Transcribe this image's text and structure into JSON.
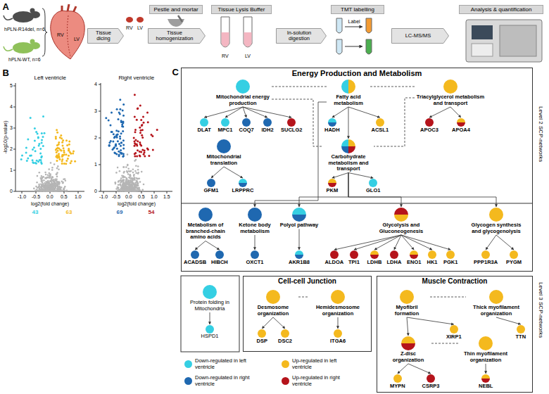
{
  "diagram": {
    "nodes": [
      {
        "text": [
          "Tissue dicing"
        ]
      },
      {
        "text": [
          "Pestle and mortar"
        ]
      },
      {
        "text": [
          "Tissue homogenization"
        ]
      },
      {
        "text": [
          "Tissue Lysis Buffer"
        ]
      },
      {
        "text": [
          "In-solution digestion"
        ]
      },
      {
        "text": [
          "TMT labelling"
        ]
      },
      {
        "text": [
          "LC-MS/MS"
        ]
      },
      {
        "text": [
          "Analysis & quantification"
        ]
      },
      {
        "text": [
          "Energy Production and Metabolism"
        ]
      },
      {
        "text": [
          "Mitochondrial energy production"
        ],
        "in": 8
      },
      {
        "text": [
          "Fatty acid metabolism"
        ],
        "in": 8
      },
      {
        "text": [
          "Triacylglycerol metabolism and transport"
        ],
        "in": 8
      },
      {
        "text": [
          "DLAT"
        ],
        "in": 8
      },
      {
        "text": [
          "MPC1"
        ],
        "in": 8
      },
      {
        "text": [
          "COQ7"
        ],
        "in": 8
      },
      {
        "text": [
          "IDH2"
        ],
        "in": 8
      },
      {
        "text": [
          "SUCLG2"
        ],
        "in": 8
      },
      {
        "text": [
          "HADH"
        ],
        "in": 8
      },
      {
        "text": [
          "ACSL1"
        ],
        "in": 8
      },
      {
        "text": [
          "APOC3"
        ],
        "in": 8
      },
      {
        "text": [
          "APOA4"
        ],
        "in": 8
      },
      {
        "text": [
          "Mitochondrial translation"
        ],
        "in": 8
      },
      {
        "text": [
          "Carbohydrate metabolism and transport"
        ],
        "in": 8
      },
      {
        "text": [
          "GFM1"
        ],
        "in": 8
      },
      {
        "text": [
          "LRPPRC"
        ],
        "in": 8
      },
      {
        "text": [
          "PKM"
        ],
        "in": 8
      },
      {
        "text": [
          "GLO1"
        ],
        "in": 8
      },
      {
        "text": [
          "Metabolism of branched-chain amino acids"
        ],
        "in": 8
      },
      {
        "text": [
          "Ketone body metabolism"
        ],
        "in": 8
      },
      {
        "text": [
          "Polyol pathway"
        ],
        "in": 8
      },
      {
        "text": [
          "Glycolysis and Gluconeogenesis"
        ],
        "in": 8
      },
      {
        "text": [
          "Glycogen synthesis and glycogenolysis"
        ],
        "in": 8
      },
      {
        "text": [
          "ACADSB"
        ],
        "in": 8
      },
      {
        "text": [
          "HIBCH"
        ],
        "in": 8
      },
      {
        "text": [
          "OXCT1"
        ],
        "in": 8
      },
      {
        "text": [
          "AKR1B8"
        ],
        "in": 8
      },
      {
        "text": [
          "ALDOA"
        ],
        "in": 8
      },
      {
        "text": [
          "TPI1"
        ],
        "in": 8
      },
      {
        "text": [
          "LDHB"
        ],
        "in": 8
      },
      {
        "text": [
          "LDHA"
        ],
        "in": 8
      },
      {
        "text": [
          "ENO1"
        ],
        "in": 8
      },
      {
        "text": [
          "HK1"
        ],
        "in": 8
      },
      {
        "text": [
          "PGK1"
        ],
        "in": 8
      },
      {
        "text": [
          "PPP1R3A"
        ],
        "in": 8
      },
      {
        "text": [
          "PYGM"
        ],
        "in": 8
      },
      {
        "text": [
          "Protein folding in Mitochondria"
        ]
      },
      {
        "text": [
          "HSPD1"
        ]
      },
      {
        "text": [
          "Cell-cell Junction"
        ]
      },
      {
        "text": [
          "Desmosome organization"
        ],
        "in": 47
      },
      {
        "text": [
          "Hemidesmosome organization"
        ],
        "in": 47
      },
      {
        "text": [
          "DSP"
        ],
        "in": 47
      },
      {
        "text": [
          "DSC2"
        ],
        "in": 47
      },
      {
        "text": [
          "ITGA6"
        ],
        "in": 47
      },
      {
        "text": [
          "Muscle Contraction"
        ]
      },
      {
        "text": [
          "Myofibril formation"
        ],
        "in": 53
      },
      {
        "text": [
          "Thick myofilament organization"
        ],
        "in": 53
      },
      {
        "text": [
          "XIRP1"
        ],
        "in": 53
      },
      {
        "text": [
          "TTN"
        ],
        "in": 53
      },
      {
        "text": [
          "Z-disc organization"
        ],
        "in": 53
      },
      {
        "text": [
          "Thin myofilament organization"
        ],
        "in": 53
      },
      {
        "text": [
          "MYPN"
        ],
        "in": 53
      },
      {
        "text": [
          "CSRP3"
        ],
        "in": 53
      },
      {
        "text": [
          "NEBL"
        ],
        "in": 53
      }
    ],
    "edges": [
      {
        "from": 9,
        "to": 10,
        "arrow": "none"
      },
      {
        "from": 10,
        "to": 11,
        "arrow": "none"
      },
      {
        "from": 9,
        "to": 12,
        "arrow": "to"
      },
      {
        "from": 9,
        "to": 13,
        "arrow": "to"
      },
      {
        "from": 9,
        "to": 14,
        "arrow": "to"
      },
      {
        "from": 9,
        "to": 15,
        "arrow": "to"
      },
      {
        "from": 9,
        "to": 16,
        "arrow": "to"
      },
      {
        "from": 10,
        "to": 17,
        "arrow": "to"
      },
      {
        "from": 10,
        "to": 18,
        "arrow": "to"
      },
      {
        "from": 11,
        "to": 19,
        "arrow": "to"
      },
      {
        "from": 11,
        "to": 20,
        "arrow": "to"
      },
      {
        "from": 9,
        "to": 22,
        "arrow": "none"
      },
      {
        "from": 10,
        "to": 22,
        "arrow": "to"
      },
      {
        "from": 11,
        "to": 22,
        "arrow": "none"
      },
      {
        "from": 21,
        "to": 23,
        "arrow": "to"
      },
      {
        "from": 21,
        "to": 24,
        "arrow": "to"
      },
      {
        "from": 22,
        "to": 25,
        "arrow": "to"
      },
      {
        "from": 22,
        "to": 26,
        "arrow": "to"
      },
      {
        "from": 10,
        "to": 28,
        "arrow": "to"
      },
      {
        "from": 22,
        "to": 29,
        "arrow": "to"
      },
      {
        "from": 22,
        "to": 30,
        "arrow": "to"
      },
      {
        "from": 22,
        "to": 31,
        "arrow": "to"
      },
      {
        "from": 27,
        "to": 32,
        "arrow": "to"
      },
      {
        "from": 27,
        "to": 33,
        "arrow": "to"
      },
      {
        "from": 28,
        "to": 34,
        "arrow": "to"
      },
      {
        "from": 29,
        "to": 35,
        "arrow": "to"
      },
      {
        "from": 30,
        "to": 36,
        "arrow": "to"
      },
      {
        "from": 30,
        "to": 37,
        "arrow": "to"
      },
      {
        "from": 30,
        "to": 38,
        "arrow": "to"
      },
      {
        "from": 30,
        "to": 39,
        "arrow": "to"
      },
      {
        "from": 30,
        "to": 40,
        "arrow": "to"
      },
      {
        "from": 30,
        "to": 41,
        "arrow": "to"
      },
      {
        "from": 30,
        "to": 42,
        "arrow": "to"
      },
      {
        "from": 31,
        "to": 43,
        "arrow": "to"
      },
      {
        "from": 31,
        "to": 44,
        "arrow": "to"
      },
      {
        "from": 45,
        "to": 46,
        "arrow": "to"
      },
      {
        "from": 48,
        "to": 49,
        "arrow": "none"
      },
      {
        "from": 48,
        "to": 50,
        "arrow": "to"
      },
      {
        "from": 48,
        "to": 51,
        "arrow": "to"
      },
      {
        "from": 49,
        "to": 52,
        "arrow": "to"
      },
      {
        "from": 54,
        "to": 55,
        "arrow": "none"
      },
      {
        "from": 54,
        "to": 56,
        "arrow": "to"
      },
      {
        "from": 54,
        "to": 58,
        "arrow": "to"
      },
      {
        "from": 55,
        "to": 57,
        "arrow": "to"
      },
      {
        "from": 58,
        "to": 59,
        "arrow": "none"
      },
      {
        "from": 58,
        "to": 60,
        "arrow": "to"
      },
      {
        "from": 58,
        "to": 61,
        "arrow": "to"
      },
      {
        "from": 59,
        "to": 62,
        "arrow": "to"
      }
    ],
    "labels": [
      "A",
      "hPLN-R14del, n=6",
      "hPLN-WT, n=6",
      "RV",
      "LV",
      "RV",
      "LV",
      "RV",
      "LV",
      "Label",
      "B",
      "Left ventricle",
      "Right ventricle",
      "-log10(p-value)",
      "0",
      "1",
      "2",
      "3",
      "4",
      "5",
      "-1.0",
      "-0.5",
      "0.0",
      "0.5",
      "1.0",
      "log2(fold change)",
      "43",
      "63",
      "0",
      "1",
      "2",
      "3",
      "4",
      "-1.0",
      "-0.5",
      "0.0",
      "0.5",
      "1.0",
      "1.5",
      "log2(fold change)",
      "69",
      "54",
      "C",
      "Level 2 SCP-networks",
      "Level 3 SCP-networks"
    ],
    "legend": [
      {
        "text": "Down-regulated in left ventricle",
        "color": "#35cfe3"
      },
      {
        "text": "Up-regulated in left ventricle",
        "color": "#f4b91e"
      },
      {
        "text": "Down-regulated in right ventricle",
        "color": "#1f68b0"
      },
      {
        "text": "Up-regulated in right ventricle",
        "color": "#b5141b"
      }
    ]
  }
}
